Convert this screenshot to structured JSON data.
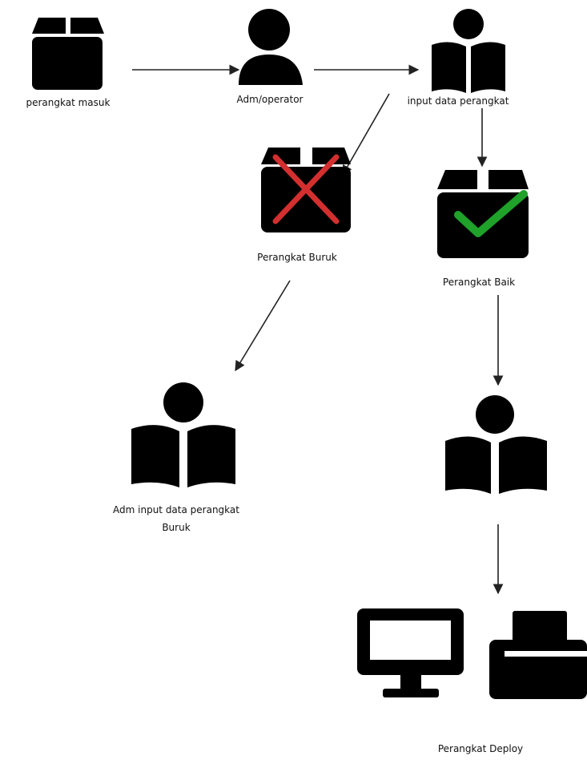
{
  "nodes": {
    "incoming": {
      "label": "perangkat masuk",
      "icon": "box-icon"
    },
    "operator": {
      "label": "Adm/operator",
      "icon": "person-icon"
    },
    "input": {
      "label": "input data perangkat",
      "icon": "reader-icon"
    },
    "bad": {
      "label": "Perangkat Buruk",
      "icon": "box-x-icon"
    },
    "good": {
      "label": "Perangkat Baik",
      "icon": "box-check-icon"
    },
    "bad_input": {
      "label_line1": "Adm input data perangkat",
      "label_line2": "Buruk",
      "icon": "reader-icon"
    },
    "good_reader": {
      "icon": "reader-icon"
    },
    "deploy": {
      "label": "Perangkat Deploy",
      "icons": [
        "monitor-icon",
        "printer-icon"
      ]
    }
  },
  "colors": {
    "icon": "#000000",
    "reject": "#d32f2f",
    "approve": "#1fa12a",
    "edge": "#222222"
  }
}
